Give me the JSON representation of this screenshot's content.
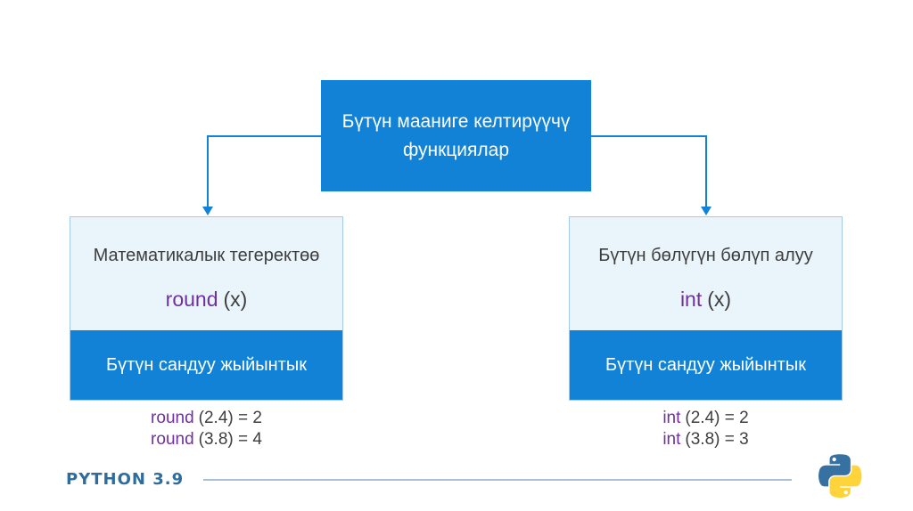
{
  "colors": {
    "accent_blue": "#1182D6",
    "light_fill": "#EAF4FB",
    "light_border": "#A5C9E8",
    "keyword_purple": "#7030A0",
    "body_text": "#3E3E3E",
    "brand_blue": "#2F6C9E",
    "divider": "#A7C0D6",
    "python_logo_blue": "#3771A1",
    "python_logo_yellow": "#FFD43B"
  },
  "root_box": {
    "label": "Бүтүн мааниге келтирүүчү функциялар"
  },
  "boxes": {
    "left": {
      "title": "Математикалык тегеректөө",
      "keyword": "round",
      "signature": "(x)",
      "result_label": "Бүтүн сандуу жыйынтык",
      "examples": [
        {
          "kw": "round",
          "rest": "(2.4) = 2"
        },
        {
          "kw": "round",
          "rest": "(3.8) = 4"
        }
      ]
    },
    "right": {
      "title": "Бүтүн бөлүгүн бөлүп алуу",
      "keyword": "int",
      "signature": "(x)",
      "result_label": "Бүтүн сандуу жыйынтык",
      "examples": [
        {
          "kw": "int",
          "rest": "(2.4) = 2"
        },
        {
          "kw": "int",
          "rest": "(3.8) = 3"
        }
      ]
    }
  },
  "footer": {
    "brand": "PYTHON 3.9"
  },
  "icons": {
    "python_logo": "python-two-snakes-mark",
    "connector_arrow": "down-arrow-triangle"
  }
}
